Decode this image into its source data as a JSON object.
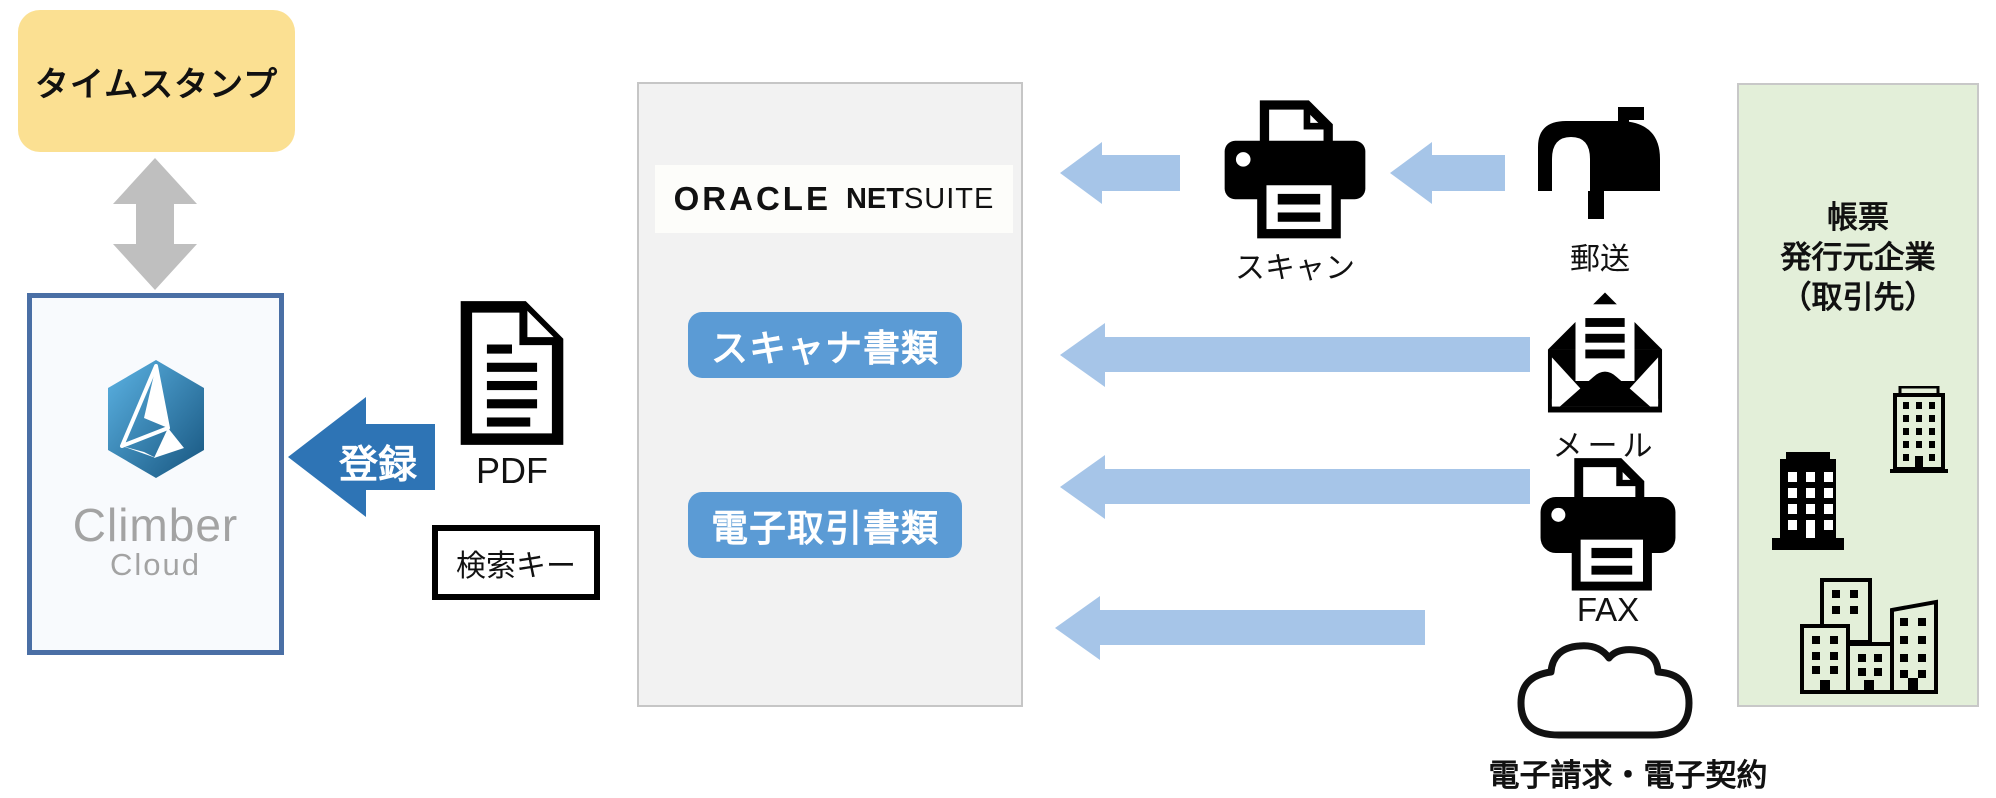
{
  "timestamp": {
    "label": "タイムスタンプ"
  },
  "climber": {
    "name": "Climber",
    "subname": "Cloud"
  },
  "register": {
    "label": "登録"
  },
  "pdf": {
    "label": "PDF"
  },
  "search_key": {
    "label": "検索キー"
  },
  "netsuite": {
    "logo": {
      "oracle": "ORACLE",
      "net": "NET",
      "suite": "SUITE"
    },
    "buttons": [
      {
        "label": "スキャナ書類"
      },
      {
        "label": "電子取引書類"
      }
    ]
  },
  "channels": {
    "scan": {
      "label": "スキャン"
    },
    "post": {
      "label": "郵送"
    },
    "email": {
      "label": "メール"
    },
    "fax": {
      "label": "FAX"
    },
    "ecloud": {
      "label": "電子請求・電子契約"
    }
  },
  "partner": {
    "lines": [
      "帳票",
      "発行元企業",
      "（取引先）"
    ]
  },
  "colors": {
    "timestamp_bg": "#FBE092",
    "climber_border": "#4A6FA5",
    "register_arrow": "#2E74B5",
    "flow_arrow": "#A6C5E8",
    "button_blue": "#5B9BD5",
    "netsuite_panel_bg": "#F2F2F2",
    "partner_panel_bg": "#E3EFD9",
    "sync_arrow_gray": "#BFBFBF"
  }
}
